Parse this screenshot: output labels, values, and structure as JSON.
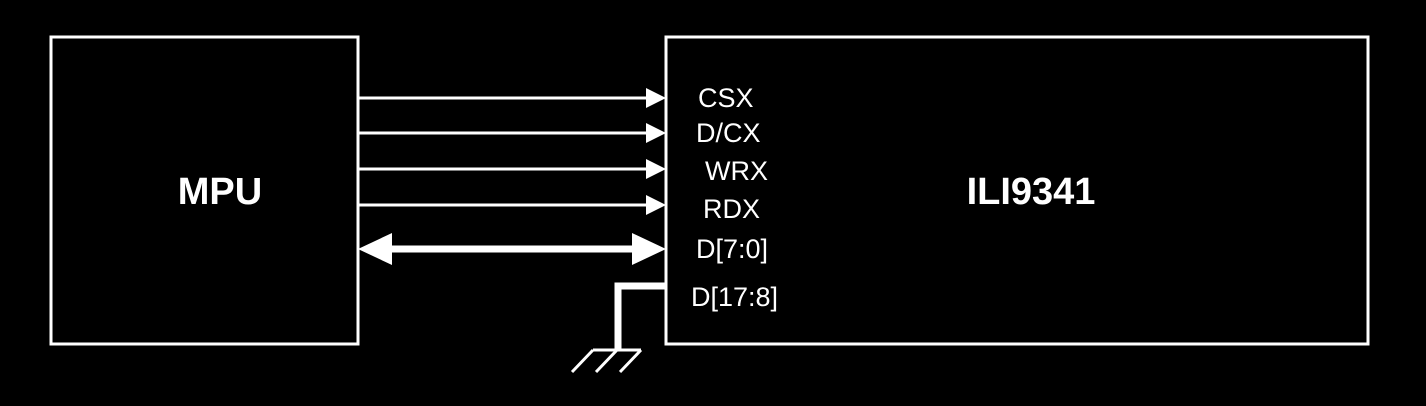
{
  "blocks": {
    "mpu": {
      "label": "MPU"
    },
    "ili9341": {
      "label": "ILI9341"
    }
  },
  "signals": [
    {
      "label": "CSX",
      "direction": "mpu-to-ili9341"
    },
    {
      "label": "D/CX",
      "direction": "mpu-to-ili9341"
    },
    {
      "label": "WRX",
      "direction": "mpu-to-ili9341"
    },
    {
      "label": "RDX",
      "direction": "mpu-to-ili9341"
    },
    {
      "label": "D[7:0]",
      "direction": "bidirectional"
    },
    {
      "label": "D[17:8]",
      "direction": "tied-to-ground"
    }
  ],
  "colors": {
    "background": "#000000",
    "foreground": "#ffffff"
  }
}
